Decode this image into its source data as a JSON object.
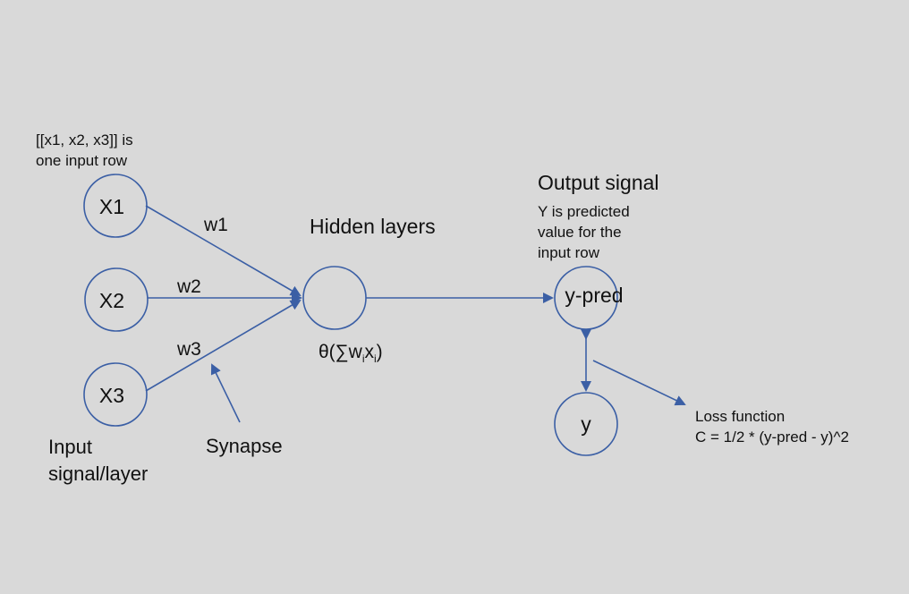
{
  "input_note": {
    "line1": "[[x1, x2, x3]] is",
    "line2": "one input row"
  },
  "nodes": {
    "x1": "X1",
    "x2": "X2",
    "x3": "X3",
    "hidden": "",
    "y_pred": "y-pred",
    "y": "y"
  },
  "weights": {
    "w1": "w1",
    "w2": "w2",
    "w3": "w3"
  },
  "hidden_label": "Hidden layers",
  "activation": {
    "prefix": "θ(∑w",
    "sub1": "i",
    "mid": "x",
    "sub2": "i",
    "suffix": ")"
  },
  "output": {
    "title": "Output signal",
    "desc_line1": "Y is predicted",
    "desc_line2": "value for the",
    "desc_line3": "input row"
  },
  "input_label": {
    "line1": "Input",
    "line2": "signal/layer"
  },
  "synapse_label": "Synapse",
  "loss": {
    "line1": "Loss function",
    "line2": "C = 1/2 * (y-pred - y)^2"
  },
  "colors": {
    "background": "#d9d9d9",
    "stroke": "#3b5fa5",
    "text": "#111111"
  }
}
